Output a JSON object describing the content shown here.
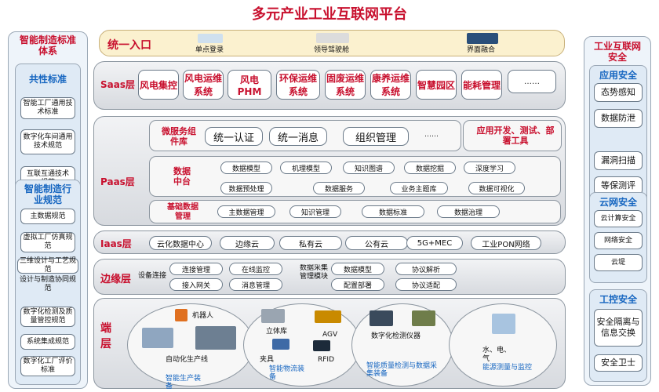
{
  "title": "多元产业工业互联网平台",
  "left": {
    "heading": "智能制造标准体系",
    "groups": [
      {
        "title": "共性标准",
        "items": [
          "智能工厂通用技术标准",
          "数字化车间通用技术规范",
          "互联互通技术 规范"
        ]
      },
      {
        "title": "智能制造行业规范",
        "items": [
          "主数据规范",
          "虚拟工厂仿真规范",
          "三维设计与工艺规范",
          "设计与制造协同规范",
          "数字化检测及质量管控规范",
          "系统集成规范",
          "数字化工厂评价标准"
        ]
      }
    ]
  },
  "right": {
    "heading": "工业互联网安全",
    "groups": [
      {
        "title": "应用安全",
        "items": [
          "态势感知",
          "数据防泄",
          "漏洞扫描",
          "等保测评"
        ]
      },
      {
        "title": "云网安全",
        "items": [
          "云计算安全",
          "网络安全",
          "云堤"
        ]
      },
      {
        "title": "工控安全",
        "items": [
          "安全隔离与信息交换",
          "安全卫士"
        ]
      }
    ]
  },
  "entry": {
    "label": "统一入口",
    "items": [
      "单点登录",
      "领导驾驶舱",
      "界面融合"
    ]
  },
  "saas": {
    "label": "Saas层",
    "items": [
      "风电集控",
      "风电运维系统",
      "风电PHM",
      "环保运维系统",
      "固废运维系统",
      "康养运维系统",
      "智慧园区",
      "能耗管理",
      "……"
    ]
  },
  "paas": {
    "label": "Paas层",
    "micro": {
      "label": "微服务组件库",
      "items": [
        "统一认证",
        "统一消息",
        "组织管理",
        "……"
      ],
      "dev": "应用开发、测试、部署工具"
    },
    "data": {
      "label": "数据中台",
      "row1": [
        "数据模型",
        "机理模型",
        "知识图谱",
        "数据挖掘",
        "深度学习"
      ],
      "row2": [
        "数据预处理",
        "数据服务",
        "业务主题库",
        "数据可视化"
      ]
    },
    "base": {
      "label": "基础数据管理",
      "items": [
        "主数据管理",
        "知识管理",
        "数据标准",
        "数据治理"
      ]
    }
  },
  "iaas": {
    "label": "Iaas层",
    "items": [
      "云化数据中心",
      "边缘云",
      "私有云",
      "公有云",
      "5G+MEC",
      "工业PON网络"
    ]
  },
  "edge": {
    "label": "边缘层",
    "device_label": "设备连接",
    "device_items": [
      "连接管理",
      "在线监控",
      "接入网关",
      "消息管理"
    ],
    "collect_label": "数据采集管理模块",
    "collect_items": [
      "数据模型",
      "协议解析",
      "配置部署",
      "协议适配"
    ]
  },
  "end": {
    "label": "端层",
    "groups": [
      {
        "items": [
          "机器人",
          "自动化生产线"
        ],
        "caption": "智能生产装备"
      },
      {
        "items": [
          "立体库",
          "AGV",
          "夹具",
          "RFID"
        ],
        "caption": "智能物流装备"
      },
      {
        "items": [
          "数字化检测仪器"
        ],
        "caption": "智能质量检测与数据采集装备"
      },
      {
        "items": [
          "水、电、气"
        ],
        "caption": "能源测量与监控"
      }
    ]
  }
}
